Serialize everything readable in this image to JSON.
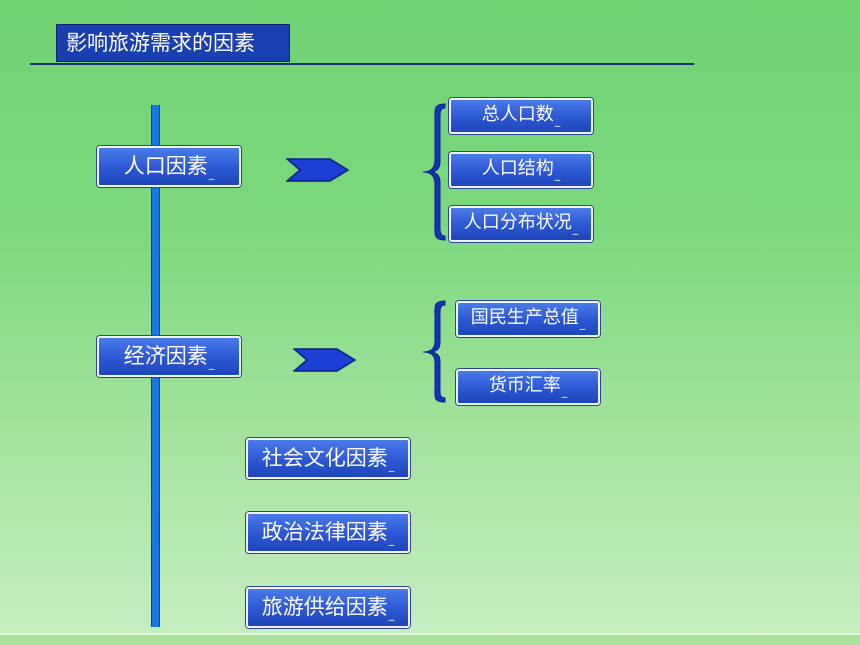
{
  "title": "影响旅游需求的因素",
  "underscore": "_",
  "main_factors": [
    {
      "label": "人口因素"
    },
    {
      "label": "经济因素"
    },
    {
      "label": "社会文化因素"
    },
    {
      "label": "政治法律因素"
    },
    {
      "label": "旅游供给因素"
    }
  ],
  "population_subfactors": [
    {
      "label": "总人口数"
    },
    {
      "label": "人口结构"
    },
    {
      "label": "人口分布状况"
    }
  ],
  "economic_subfactors": [
    {
      "label": "国民生产总值"
    },
    {
      "label": "货币汇率"
    }
  ],
  "colors": {
    "box_fill": "#2c57d4",
    "title_fill": "#1a3fb0",
    "background_top": "#6fd374",
    "background_bottom": "#c9efc4",
    "connector": "#1976e8"
  }
}
